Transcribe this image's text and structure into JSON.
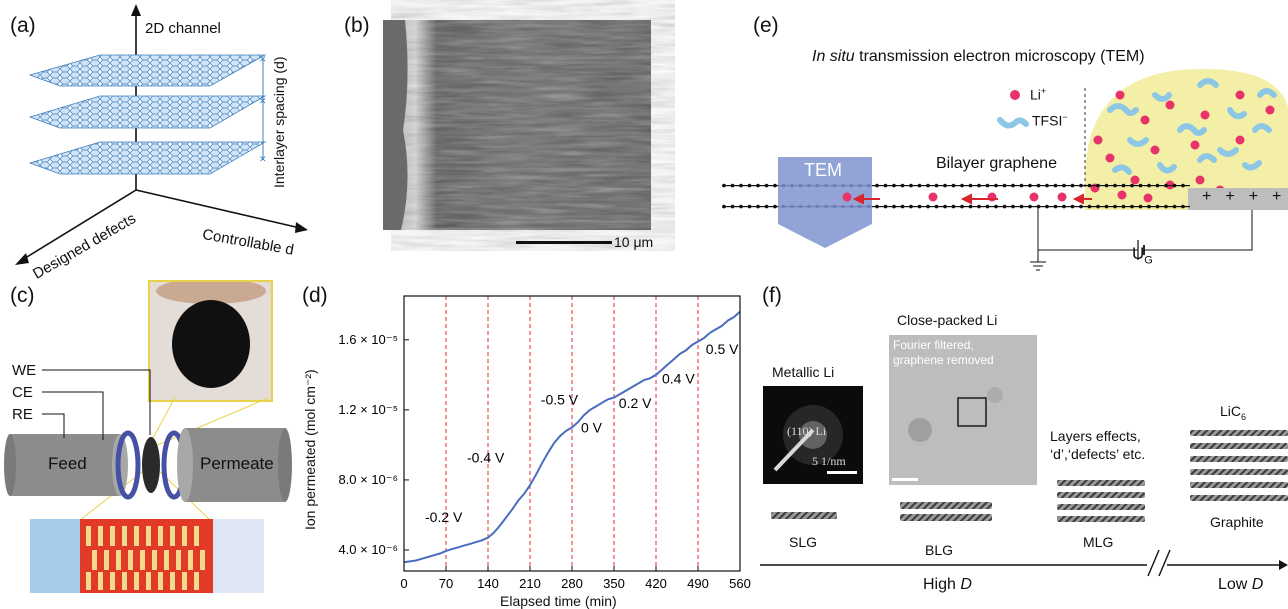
{
  "panel_labels": {
    "a": "(a)",
    "b": "(b)",
    "c": "(c)",
    "d": "(d)",
    "e": "(e)",
    "f": "(f)"
  },
  "panel_a": {
    "axis_z": "2D channel",
    "axis_x": "Controllable d",
    "axis_y": "Designed defects",
    "spacing_label": "Interlayer spacing (d)"
  },
  "panel_b": {
    "scale_bar": "10 μm"
  },
  "panel_c": {
    "we": "WE",
    "ce": "CE",
    "re": "RE",
    "feed": "Feed",
    "permeate": "Permeate"
  },
  "panel_d": {
    "chart_data": {
      "type": "line",
      "xlabel": "Elapsed time (min)",
      "ylabel": "Ion permeated (mol cm⁻²)",
      "xlim": [
        0,
        560
      ],
      "ylim": [
        2.8e-06,
        1.85e-05
      ],
      "x_ticks": [
        "0",
        "70",
        "140",
        "210",
        "280",
        "350",
        "420",
        "490",
        "560"
      ],
      "y_ticks": [
        "4.0 × 10⁻⁶",
        "8.0 × 10⁻⁶",
        "1.2 × 10⁻⁵",
        "1.6 × 10⁻⁵"
      ],
      "y_tick_values": [
        4e-06,
        8e-06,
        1.2e-05,
        1.6e-05
      ],
      "vlines": [
        70,
        140,
        210,
        280,
        350,
        420,
        490
      ],
      "annotations": [
        {
          "text": "-0.2 V",
          "x": 35,
          "y": 5.6e-06
        },
        {
          "text": "-0.4 V",
          "x": 105,
          "y": 9e-06
        },
        {
          "text": "-0.5 V",
          "x": 228,
          "y": 1.23e-05
        },
        {
          "text": "0 V",
          "x": 295,
          "y": 1.07e-05
        },
        {
          "text": "0.2 V",
          "x": 358,
          "y": 1.21e-05
        },
        {
          "text": "0.4 V",
          "x": 430,
          "y": 1.35e-05
        },
        {
          "text": "0.5 V",
          "x": 503,
          "y": 1.52e-05
        }
      ],
      "series": [
        {
          "x": [
            0,
            10,
            20,
            30,
            40,
            50,
            60,
            70,
            80,
            90,
            100,
            110,
            120,
            130,
            140,
            150,
            160,
            170,
            180,
            190,
            200,
            210,
            220,
            230,
            240,
            250,
            260,
            270,
            280,
            290,
            300,
            310,
            320,
            330,
            340,
            350,
            360,
            370,
            380,
            390,
            400,
            410,
            420,
            430,
            440,
            450,
            460,
            470,
            480,
            490,
            500,
            510,
            520,
            530,
            540,
            550,
            560
          ],
          "y": [
            3.3e-06,
            3.35e-06,
            3.4e-06,
            3.5e-06,
            3.6e-06,
            3.7e-06,
            3.8e-06,
            3.95e-06,
            4.05e-06,
            4.15e-06,
            4.25e-06,
            4.35e-06,
            4.45e-06,
            4.55e-06,
            4.7e-06,
            5e-06,
            5.4e-06,
            5.85e-06,
            6.3e-06,
            6.8e-06,
            7.2e-06,
            7.7e-06,
            8.3e-06,
            8.95e-06,
            9.55e-06,
            1.01e-05,
            1.05e-05,
            1.08e-05,
            1.1e-05,
            1.13e-05,
            1.17e-05,
            1.2e-05,
            1.22e-05,
            1.24e-05,
            1.26e-05,
            1.27e-05,
            1.29e-05,
            1.31e-05,
            1.33e-05,
            1.35e-05,
            1.37e-05,
            1.38e-05,
            1.4e-05,
            1.43e-05,
            1.46e-05,
            1.49e-05,
            1.52e-05,
            1.54e-05,
            1.57e-05,
            1.59e-05,
            1.61e-05,
            1.64e-05,
            1.66e-05,
            1.68e-05,
            1.71e-05,
            1.73e-05,
            1.76e-05
          ]
        }
      ]
    }
  },
  "panel_e": {
    "title_italic": "In situ",
    "title_rest": " transmission electron microscopy (TEM)",
    "li_label": "Li",
    "li_sup": "+",
    "tfsi_label": "TFSI",
    "tfsi_sup": "−",
    "tem": "TEM",
    "bilayer": "Bilayer graphene",
    "ug": "U",
    "ug_sub": "G",
    "plus": "+"
  },
  "panel_f": {
    "metallic_li": "Metallic Li",
    "close_packed": "Close-packed Li",
    "fourier_1": "Fourier filtered,",
    "fourier_2": "graphene removed",
    "diffraction": "(110) Li",
    "diff_scale": "5 1/nm",
    "layers_1": "Layers effects,",
    "layers_2": "‘d’,‘defects’ etc.",
    "lic6": "LiC",
    "lic6_sub": "6",
    "graphite": "Graphite",
    "slg": "SLG",
    "bLG": "BLG",
    "mlg": "MLG",
    "high_d": "High ",
    "low_d": "Low ",
    "d_italic": "D"
  },
  "colors": {
    "layer_fill": "#cfe3f6",
    "layer_stroke": "#3f7fbf",
    "red_dash": "#e03030",
    "curve": "#4a6cc0",
    "li_pink": "#e8336a",
    "tfsi_blue": "#8ec7e6",
    "electrolyte": "#f4efa6",
    "tem_blue": "#7f94cf"
  }
}
